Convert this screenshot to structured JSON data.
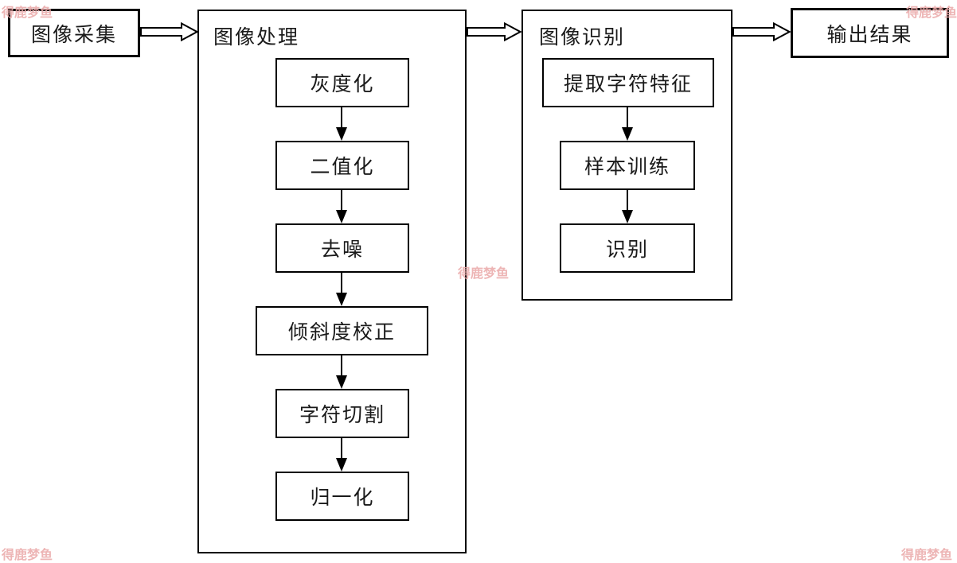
{
  "watermark": {
    "text": "得鹿梦鱼",
    "color": "#eba9a9"
  },
  "flow": {
    "capture": {
      "label": "图像采集"
    },
    "processing": {
      "label": "图像处理",
      "steps": [
        "灰度化",
        "二值化",
        "去噪",
        "倾斜度校正",
        "字符切割",
        "归一化"
      ]
    },
    "recognition": {
      "label": "图像识别",
      "steps": [
        "提取字符特征",
        "样本训练",
        "识别"
      ]
    },
    "output": {
      "label": "输出结果"
    }
  },
  "colors": {
    "line": "#000000",
    "background": "#ffffff",
    "watermark": "#eba9a9"
  }
}
